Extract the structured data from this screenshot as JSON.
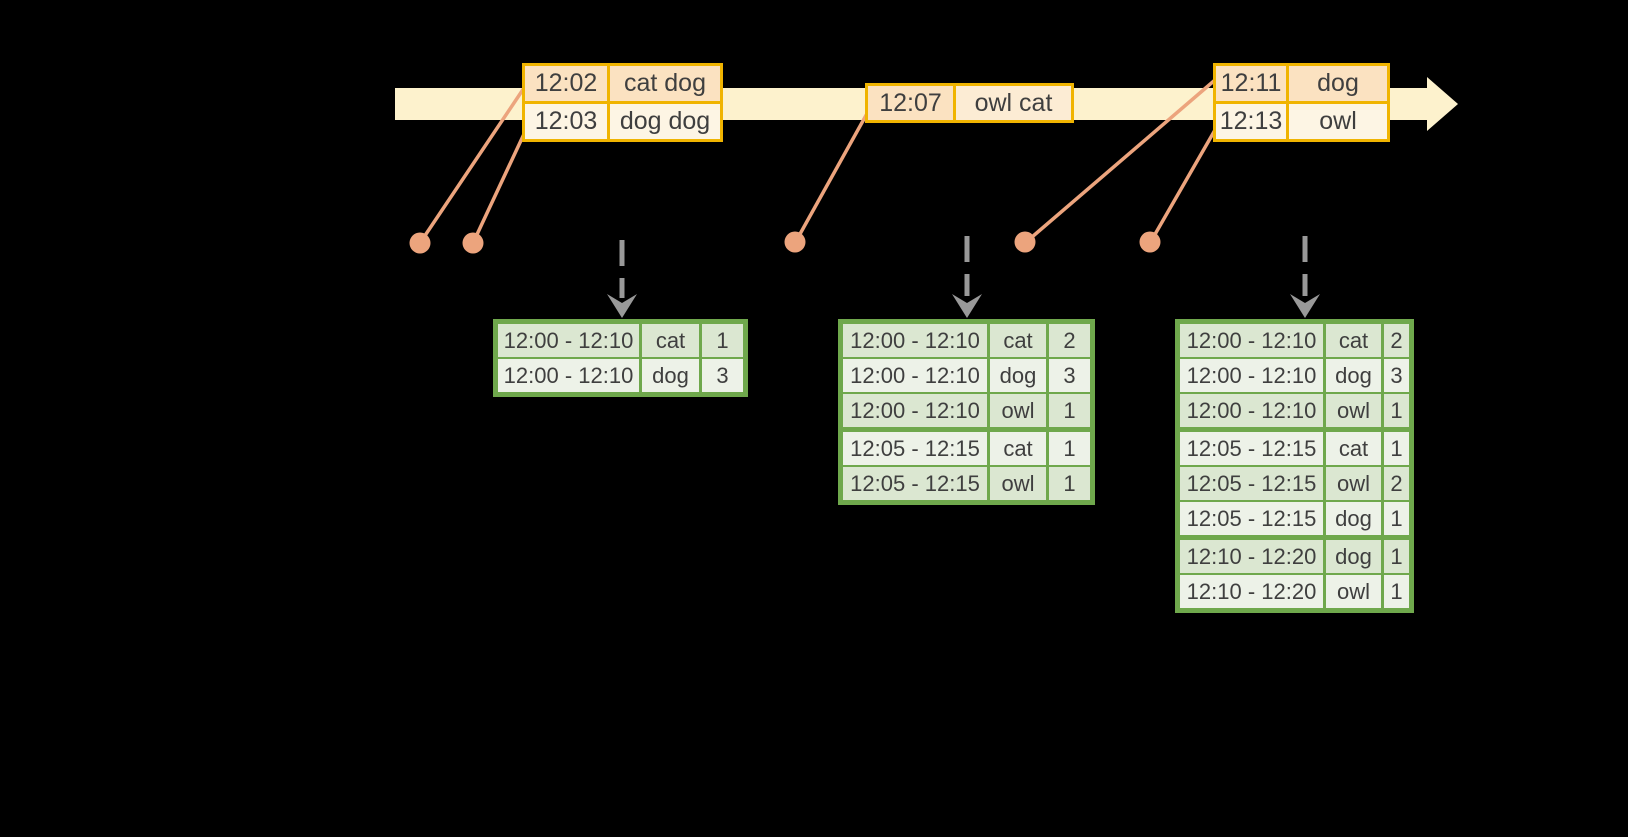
{
  "diagram_type": "streaming-windowed-word-count",
  "colors": {
    "background": "#000000",
    "timeline_fill": "#fdf2cd",
    "event_table_border": "#f0b400",
    "event_row_peach": "#fbe2c1",
    "event_row_cream": "#fdf5e4",
    "event_marker": "#eca47d",
    "result_table_border": "#6fa84c",
    "result_row_dark": "#dbe7d1",
    "result_row_light": "#edf2e8",
    "trigger_arrow_gray": "#999999",
    "text": "#3f3f3f"
  },
  "icons": {
    "timeline_arrowhead": "right-arrow",
    "trigger_arrowhead": "down-chevron-arrow",
    "event_dot": "filled-circle"
  },
  "event_tables": [
    {
      "rows": [
        {
          "time": "12:02",
          "words": "cat dog"
        },
        {
          "time": "12:03",
          "words": "dog dog"
        }
      ]
    },
    {
      "rows": [
        {
          "time": "12:07",
          "words": "owl cat"
        }
      ]
    },
    {
      "rows": [
        {
          "time": "12:11",
          "words": "dog"
        },
        {
          "time": "12:13",
          "words": "owl"
        }
      ]
    }
  ],
  "result_tables": [
    {
      "rows": [
        {
          "window": "12:00 - 12:10",
          "word": "cat",
          "count": "1"
        },
        {
          "window": "12:00 - 12:10",
          "word": "dog",
          "count": "3"
        }
      ]
    },
    {
      "rows": [
        {
          "window": "12:00 - 12:10",
          "word": "cat",
          "count": "2"
        },
        {
          "window": "12:00 - 12:10",
          "word": "dog",
          "count": "3"
        },
        {
          "window": "12:00 - 12:10",
          "word": "owl",
          "count": "1"
        },
        {
          "window": "12:05 - 12:15",
          "word": "cat",
          "count": "1"
        },
        {
          "window": "12:05 - 12:15",
          "word": "owl",
          "count": "1"
        }
      ]
    },
    {
      "rows": [
        {
          "window": "12:00 - 12:10",
          "word": "cat",
          "count": "2"
        },
        {
          "window": "12:00 - 12:10",
          "word": "dog",
          "count": "3"
        },
        {
          "window": "12:00 - 12:10",
          "word": "owl",
          "count": "1"
        },
        {
          "window": "12:05 - 12:15",
          "word": "cat",
          "count": "1"
        },
        {
          "window": "12:05 - 12:15",
          "word": "owl",
          "count": "2"
        },
        {
          "window": "12:05 - 12:15",
          "word": "dog",
          "count": "1"
        },
        {
          "window": "12:10 - 12:20",
          "word": "dog",
          "count": "1"
        },
        {
          "window": "12:10 - 12:20",
          "word": "owl",
          "count": "1"
        }
      ]
    }
  ]
}
